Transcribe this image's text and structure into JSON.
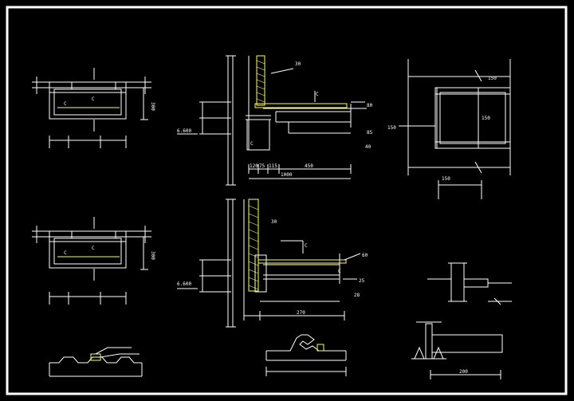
{
  "drawing": {
    "background": "#000000",
    "line_color": "#ffffff",
    "accent_color": "#ffff55",
    "dim_color": "#55ffff"
  },
  "labels": {
    "dim_top_left_vertical": "300",
    "dim_mid_left_vertical": "300",
    "elev_top": "6.600",
    "elev_mid": "6.600",
    "dim_top_total": "1000",
    "dim_top_right": "450",
    "dim_mid_bottom": "270",
    "dim_top_a": "120",
    "dim_top_b": "75",
    "dim_top_c": "115",
    "dim_right_top": "150",
    "dim_right_left": "150",
    "dim_right_side": "150",
    "dim_right_bottom": "150",
    "dim_bottom_right": "200",
    "tag_1": "30",
    "tag_2": "80",
    "tag_3": "85",
    "tag_4": "40",
    "tag_5": "60",
    "tag_6": "25",
    "tag_7": "28",
    "tag_8": "30"
  }
}
